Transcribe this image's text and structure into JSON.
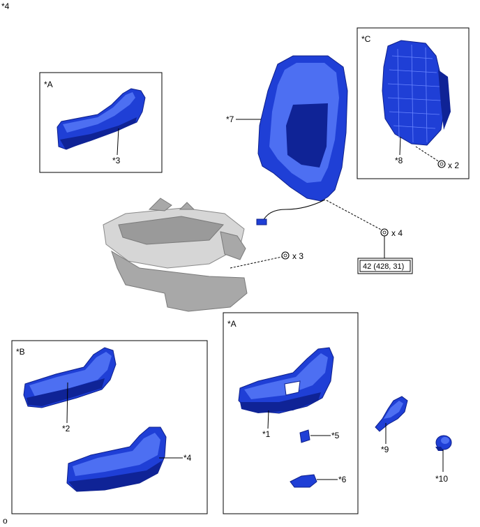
{
  "diagram": {
    "top_label": "*4",
    "bottom_label": "o",
    "callouts": {
      "box_a_top_title": "*A",
      "box_c_title": "*C",
      "box_b_title": "*B",
      "box_a_bottom_title": "*A",
      "part_1": "*1",
      "part_2": "*2",
      "part_3": "*3",
      "part_4": "*4",
      "part_5": "*5",
      "part_6": "*6",
      "part_7": "*7",
      "part_8": "*8",
      "part_9": "*9",
      "part_10": "*10"
    },
    "fasteners": {
      "qty_x2": "x 2",
      "qty_x4": "x 4",
      "qty_x3": "x 3",
      "torque_spec": "42 (428, 31)"
    },
    "colors": {
      "part_highlight": "#1f3fd6",
      "part_context": "#d6d6d6",
      "line": "#000000"
    }
  }
}
